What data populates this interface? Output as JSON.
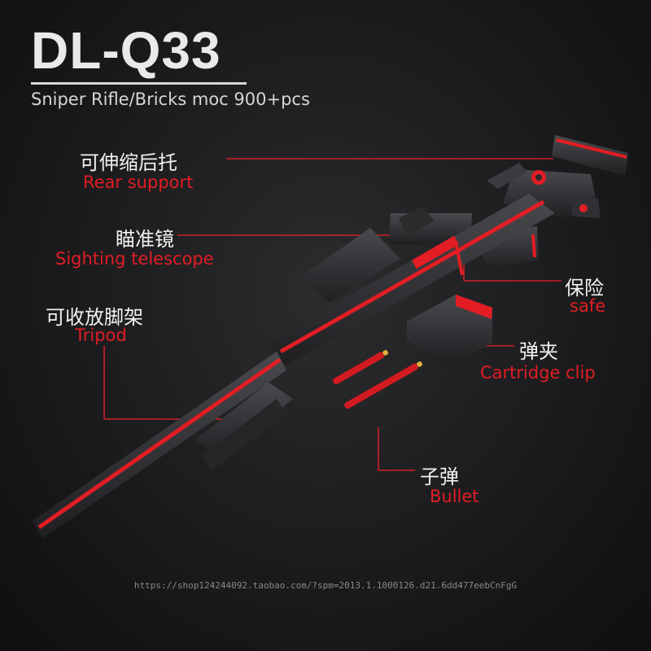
{
  "header": {
    "title": "DL-Q33",
    "subtitle": "Sniper Rifle/Bricks moc 900+pcs"
  },
  "callouts": {
    "rear_support": {
      "zh": "可伸缩后托",
      "en": "Rear support"
    },
    "scope": {
      "zh": "瞄准镜",
      "en": "Sighting telescope"
    },
    "safety": {
      "zh": "保险",
      "en": "safe"
    },
    "tripod": {
      "zh": "可收放脚架",
      "en": "Tripod"
    },
    "clip": {
      "zh": "弹夹",
      "en": "Cartridge clip"
    },
    "bullet": {
      "zh": "子弹",
      "en": "Bullet"
    }
  },
  "footer": {
    "url": "https://shop124244092.taobao.com/?spm=2013.1.1000126.d21.6dd477eebCnFgG"
  },
  "colors": {
    "background": "#1b1b1d",
    "accent_red": "#e21d24",
    "brick_dark": "#2e2e31",
    "leader_line": "#cf1f25"
  }
}
